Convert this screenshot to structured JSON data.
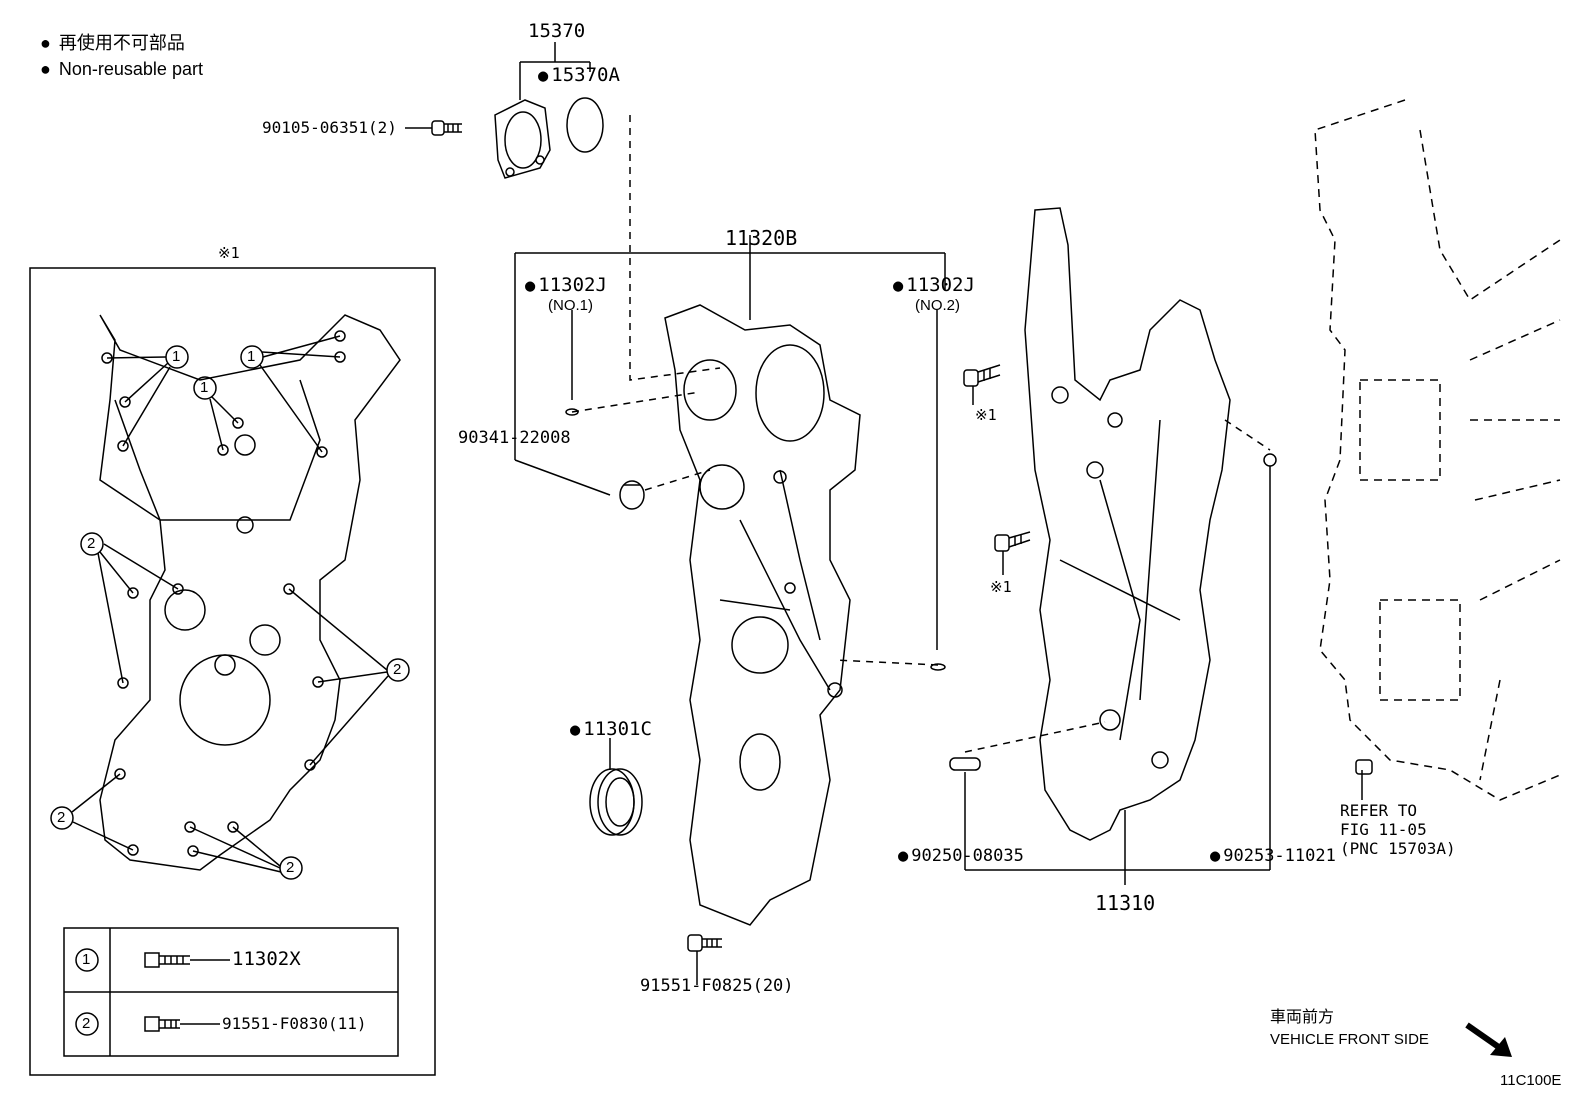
{
  "legend": {
    "jp": "再使用不可部品",
    "en": "Non-reusable part"
  },
  "labels": {
    "p15370": "15370",
    "p15370A": "15370A",
    "p90105": "90105-06351(2)",
    "p11320B": "11320B",
    "p11302J_1": "11302J",
    "p11302J_1_sub": "(NO.1)",
    "p11302J_2": "11302J",
    "p11302J_2_sub": "(NO.2)",
    "p90341": "90341-22008",
    "p11301C": "11301C",
    "p91551_20": "91551-F0825(20)",
    "p90250": "90250-08035",
    "p90253": "90253-11021",
    "p11310": "11310",
    "ref_1": "REFER TO",
    "ref_2": "FIG 11-05",
    "ref_3": "(PNC 15703A)",
    "note1_a": "※1",
    "note1_b": "※1",
    "inset_title": "※1",
    "front_jp": "車両前方",
    "front_en": "VEHICLE FRONT SIDE",
    "figure_code": "11C100E"
  },
  "inset_table": [
    {
      "num": "1",
      "part": "11302X"
    },
    {
      "num": "2",
      "part": "91551-F0830(11)"
    }
  ],
  "callouts": {
    "one": "1",
    "two": "2"
  }
}
